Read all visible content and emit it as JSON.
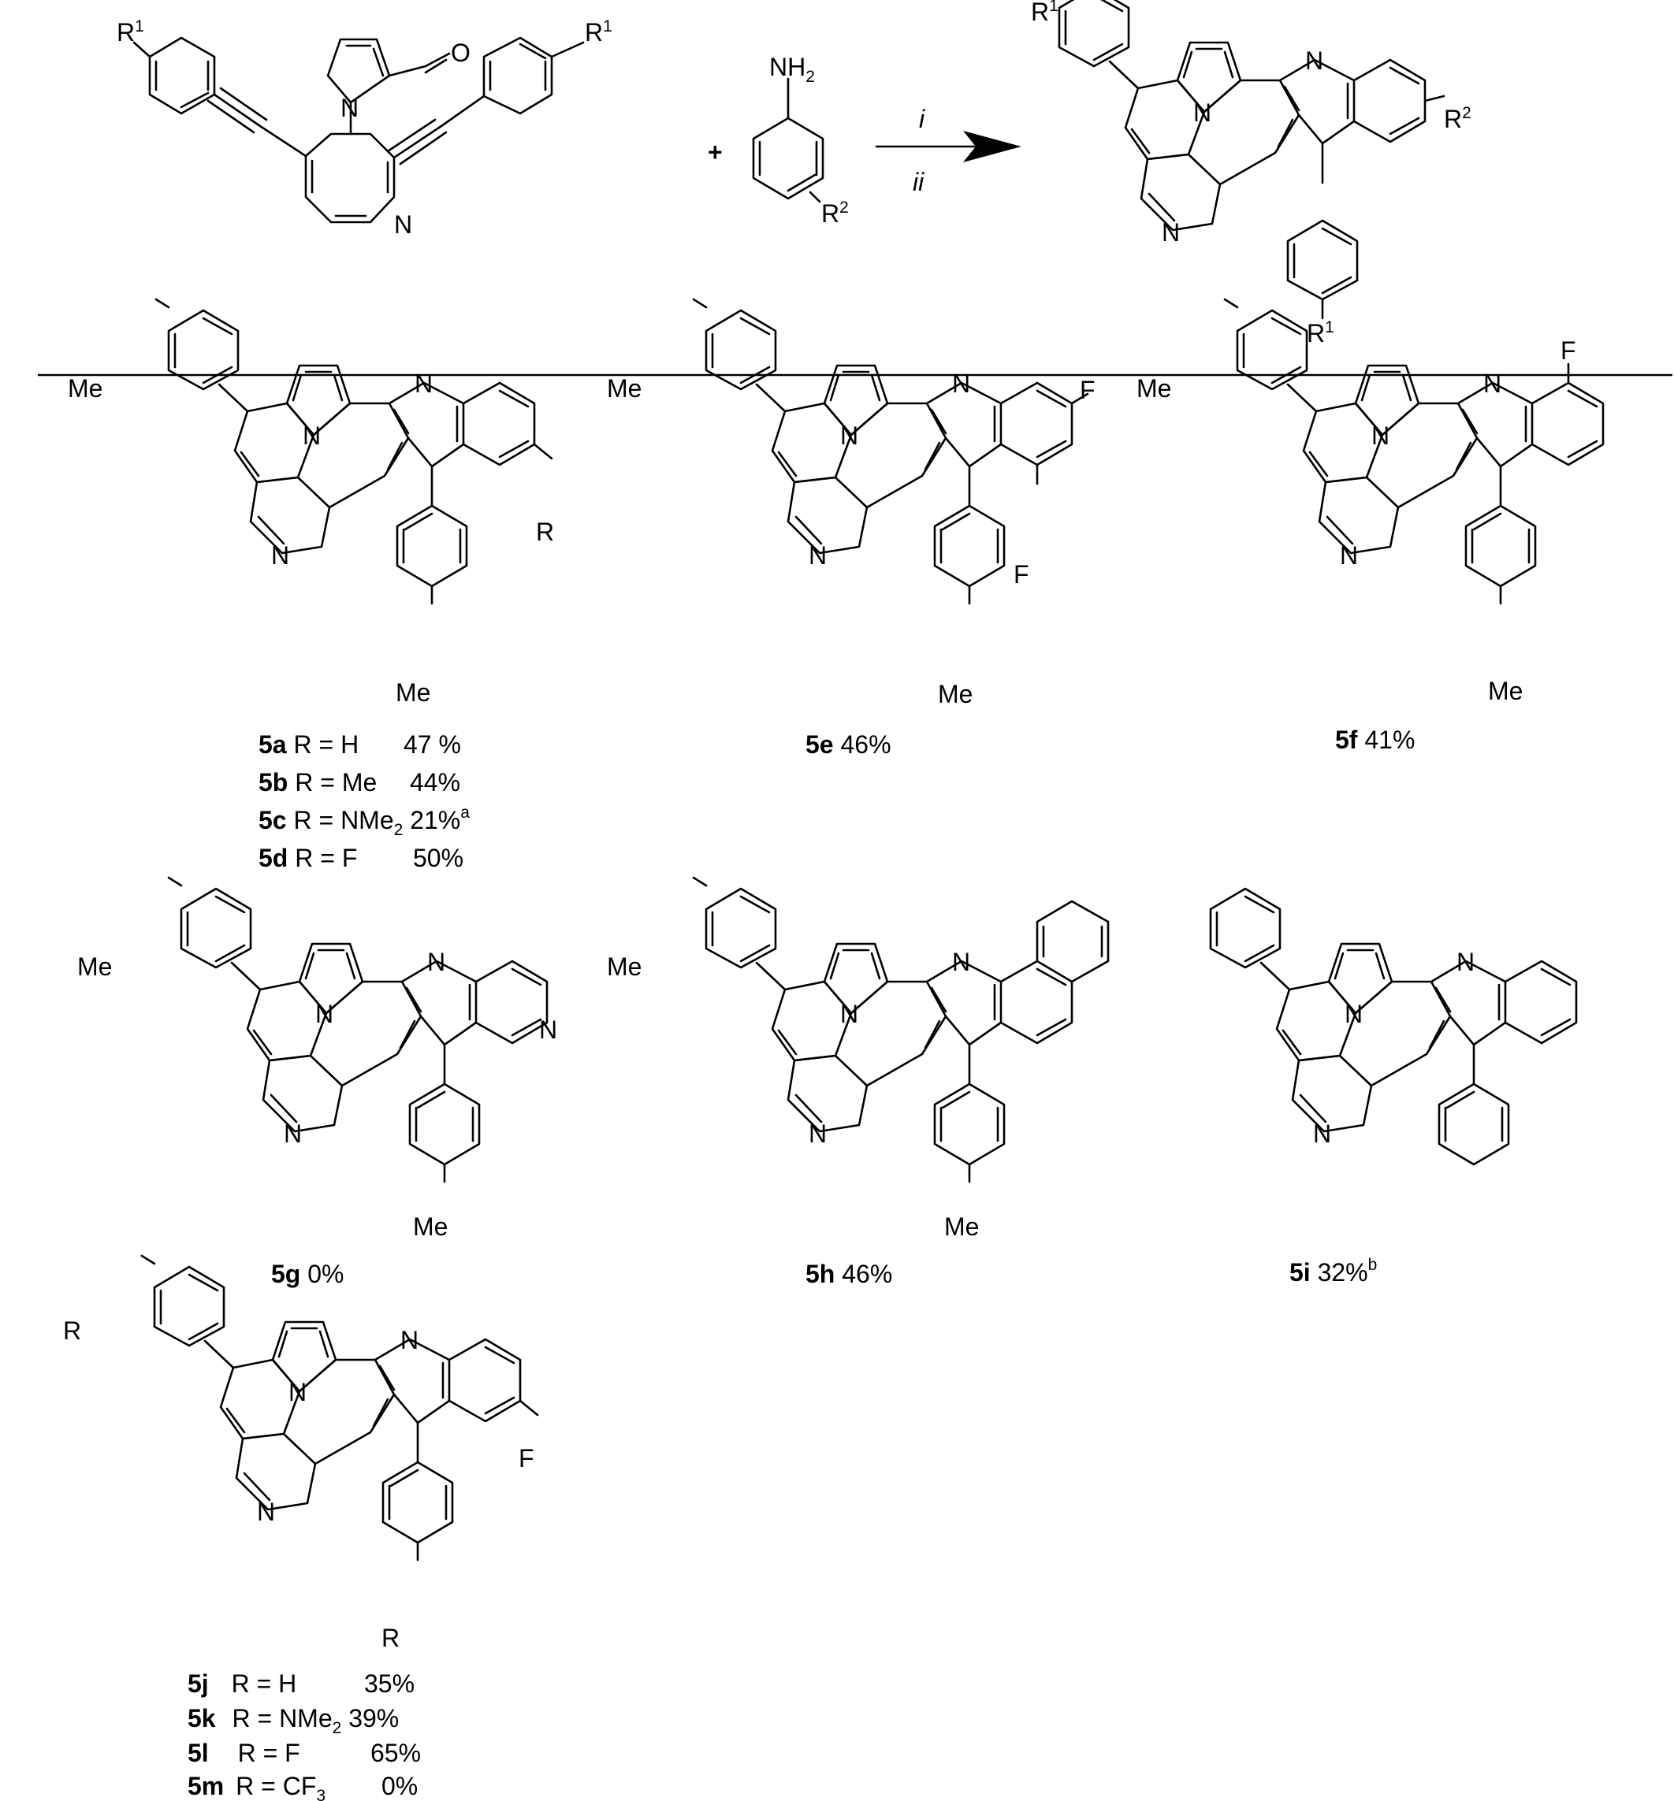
{
  "reaction": {
    "reagent_1": {
      "substituent_left": "R",
      "substituent_right": "R",
      "superscript": "1",
      "aldehyde_oxygen": "O",
      "ring_nitrogen": "N",
      "pyrrole_nitrogen": "N"
    },
    "plus_sign": "+",
    "reagent_2": {
      "amine_label": "NH",
      "amine_subscript": "2",
      "substituent": "R",
      "superscript": "2"
    },
    "conditions": {
      "above_arrow": "i",
      "below_arrow": "ii"
    },
    "product": {
      "substituent_top": "R",
      "substituent_bottom": "R",
      "substituent_ring": "R",
      "sup_1": "1",
      "sup_2": "2",
      "atom_N": "N"
    }
  },
  "compounds": [
    {
      "id": "5a-5d",
      "top_group": "Me",
      "bottom_group": "Me",
      "ring_substituent": "R",
      "entries": [
        {
          "code": "5a",
          "text": "R = H",
          "yield": "47 %"
        },
        {
          "code": "5b",
          "text": "R = Me",
          "yield": "44%"
        },
        {
          "code": "5c",
          "text": "R = NMe",
          "subscript": "2",
          "yield": "21%",
          "footnote": "a"
        },
        {
          "code": "5d",
          "text": "R = F",
          "yield": "50%"
        }
      ]
    },
    {
      "id": "5e",
      "top_group": "Me",
      "bottom_group": "Me",
      "sub_a": "F",
      "sub_b": "F",
      "code": "5e",
      "yield": "46%"
    },
    {
      "id": "5f",
      "top_group": "Me",
      "bottom_group": "Me",
      "sub_a": "F",
      "code": "5f",
      "yield": "41%"
    },
    {
      "id": "5g",
      "top_group": "Me",
      "bottom_group": "Me",
      "ring_N": "N",
      "code": "5g",
      "yield": "0%"
    },
    {
      "id": "5h",
      "top_group": "Me",
      "bottom_group": "Me",
      "code": "5h",
      "yield": "46%"
    },
    {
      "id": "5i",
      "code": "5i",
      "yield": "32%",
      "footnote": "b"
    },
    {
      "id": "5j-5m",
      "top_group": "R",
      "bottom_group": "R",
      "ring_substituent": "F",
      "entries": [
        {
          "code": "5j",
          "text": "R = H",
          "yield": "35%"
        },
        {
          "code": "5k",
          "text": "R = NMe",
          "subscript": "2",
          "yield": "39%"
        },
        {
          "code": "5l",
          "text": "R = F",
          "yield": "65%"
        },
        {
          "code": "5m",
          "text": "R = CF",
          "subscript": "3",
          "yield": "0%"
        }
      ]
    }
  ],
  "atom_labels": {
    "nitrogen": "N"
  }
}
